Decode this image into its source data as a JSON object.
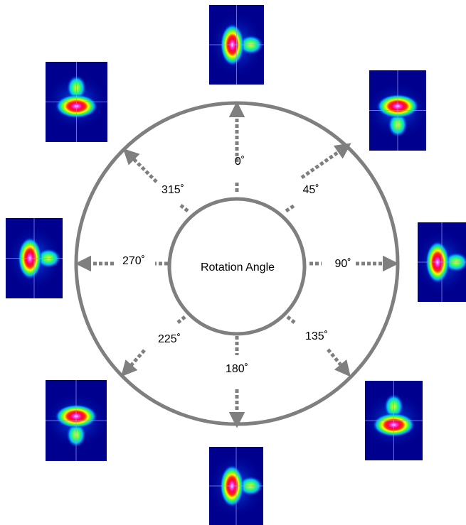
{
  "center_label": "Rotation Angle",
  "angle_labels": [
    "0˚",
    "45˚",
    "90˚",
    "135˚",
    "180˚",
    "225˚",
    "270˚",
    "315˚"
  ],
  "colors": {
    "ring": "#7f7f7f",
    "arrow": "#7f7f7f",
    "beam_background": "#00008f",
    "crosshair": "#9999ff"
  }
}
